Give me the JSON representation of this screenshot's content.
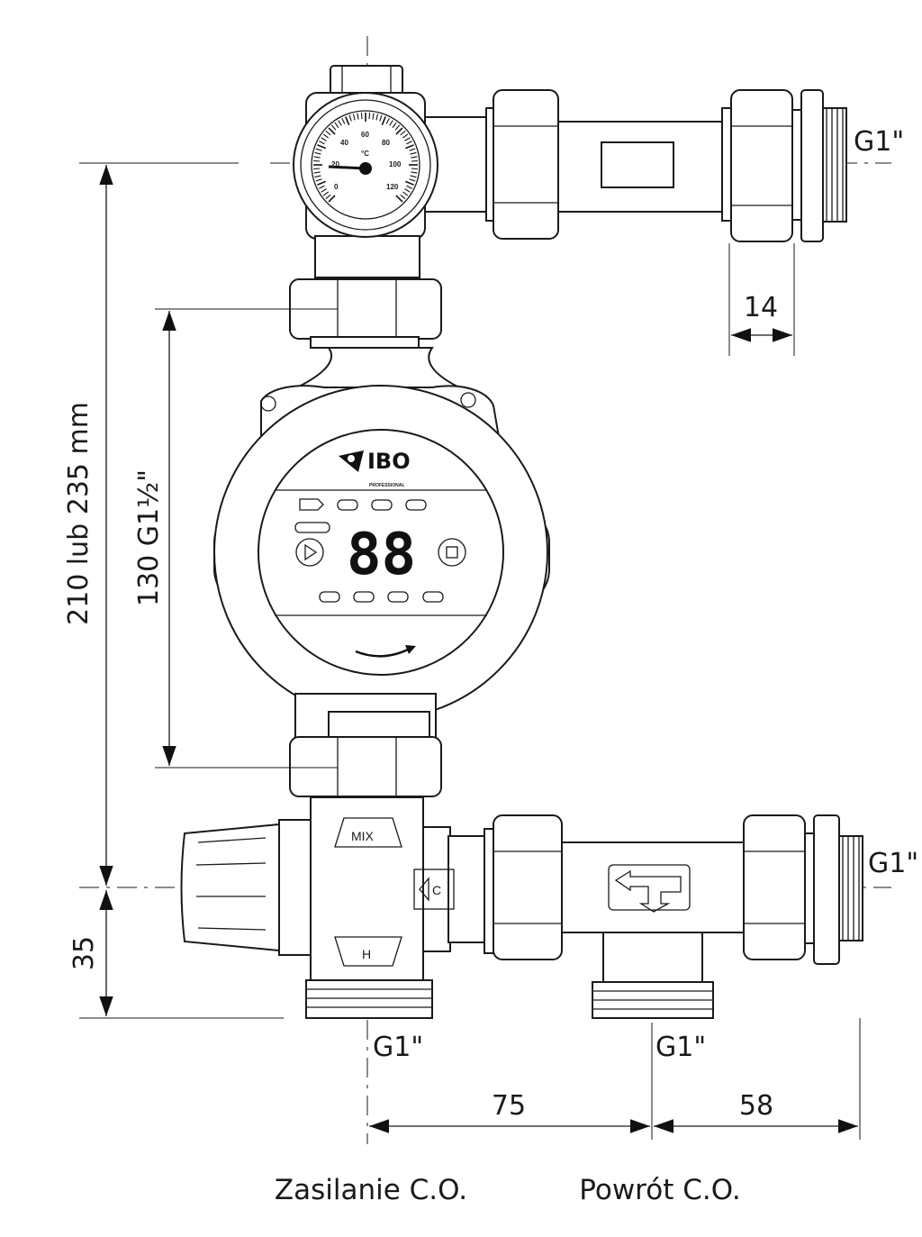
{
  "dimensions": {
    "total_height": "210 lub 235 mm",
    "pump_length": "130 G1½\"",
    "bottom_offset": "35",
    "spacing_supply_return": "75",
    "spacing_return_side": "58",
    "nut_width": "14"
  },
  "connections": {
    "top_right": "G1\"",
    "middle_right": "G1\"",
    "bottom_supply": "G1\"",
    "bottom_return": "G1\""
  },
  "captions": {
    "supply": "Zasilanie C.O.",
    "return": "Powrót C.O."
  },
  "thermometer": {
    "unit": "°C",
    "scale": [
      "0",
      "20",
      "40",
      "60",
      "80",
      "100",
      "120"
    ],
    "reading": 20
  },
  "pump": {
    "brand": "IBO",
    "brand_sub": "PROFESSIONAL",
    "display": "88"
  },
  "valve": {
    "mix_label": "MIX",
    "hot_label": "H",
    "cold_label": "C"
  }
}
